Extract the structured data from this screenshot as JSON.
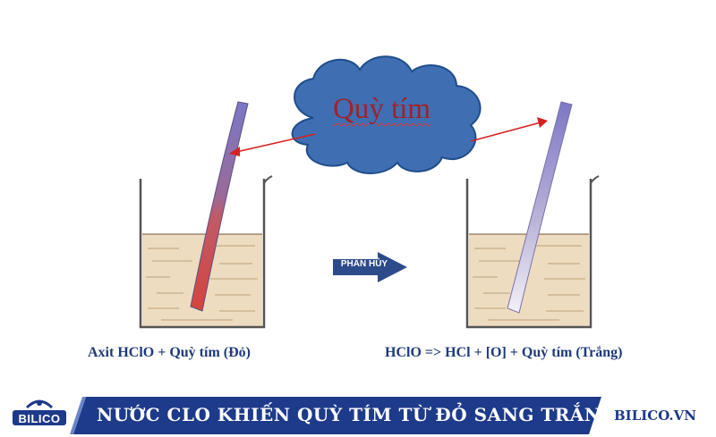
{
  "cloud_label": "Quỳ tím",
  "process_arrow_label": "PHÂN HỦY",
  "caption_left": "Axit HClO + Quỳ tím (Đỏ)",
  "caption_right": "HClO => HCl + [O] + Quỳ tím (Trắng)",
  "banner_title": "NƯỚC CLO KHIẾN QUỲ TÍM TỪ ĐỎ SANG TRẮNG",
  "website": "BILICO.VN",
  "logo_text": "BILICO",
  "colors": {
    "solution": "#eedcc0",
    "cloud": "#3f6fb2",
    "cloud_text": "#a0222b",
    "banner": "#1e3a8a",
    "litmus_red": "#d4443e",
    "litmus_purple": "#8d7fb8",
    "litmus_white": "#f2f0f6",
    "pointer": "#d82020"
  }
}
